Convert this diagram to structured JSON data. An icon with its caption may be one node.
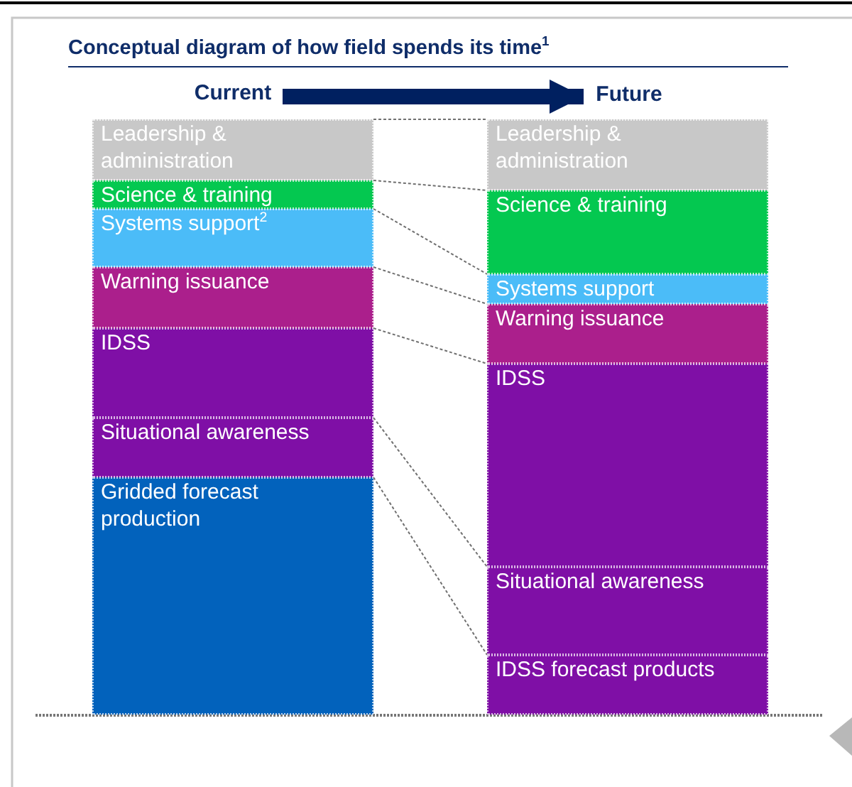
{
  "diagram": {
    "title": "Conceptual diagram of how field spends its time$^{1}$",
    "nodes": [
      {
        "text": [
          "Current"
        ]
      },
      {
        "text": [
          "Future"
        ]
      },
      {
        "text": [
          "Leadership & administration"
        ]
      },
      {
        "text": [
          "Science & training"
        ]
      },
      {
        "text": [
          "Systems support$^{2}$"
        ]
      },
      {
        "text": [
          "Warning issuance"
        ]
      },
      {
        "text": [
          "IDSS"
        ]
      },
      {
        "text": [
          "Situational awareness"
        ]
      },
      {
        "text": [
          "Gridded forecast production"
        ]
      },
      {
        "text": [
          "Leadership & administration"
        ]
      },
      {
        "text": [
          "Science & training"
        ]
      },
      {
        "text": [
          "Systems support"
        ]
      },
      {
        "text": [
          "Warning issuance"
        ]
      },
      {
        "text": [
          "IDSS"
        ]
      },
      {
        "text": [
          "Situational awareness"
        ]
      },
      {
        "text": [
          "IDSS forecast products"
        ]
      }
    ],
    "edges": [
      {
        "from": 0,
        "to": 1,
        "arrow": "to",
        "style": "thick",
        "color": "#002060"
      },
      {
        "from": 2,
        "to": 9,
        "arrow": "none",
        "style": "dashed"
      },
      {
        "from": 3,
        "to": 10,
        "arrow": "none",
        "style": "dashed"
      },
      {
        "from": 4,
        "to": 11,
        "arrow": "none",
        "style": "dashed"
      },
      {
        "from": 5,
        "to": 12,
        "arrow": "none",
        "style": "dashed"
      },
      {
        "from": 6,
        "to": 13,
        "arrow": "none",
        "style": "dashed"
      },
      {
        "from": 7,
        "to": 14,
        "arrow": "none",
        "style": "dashed"
      },
      {
        "from": 8,
        "to": 15,
        "arrow": "none",
        "style": "dashed"
      }
    ]
  }
}
